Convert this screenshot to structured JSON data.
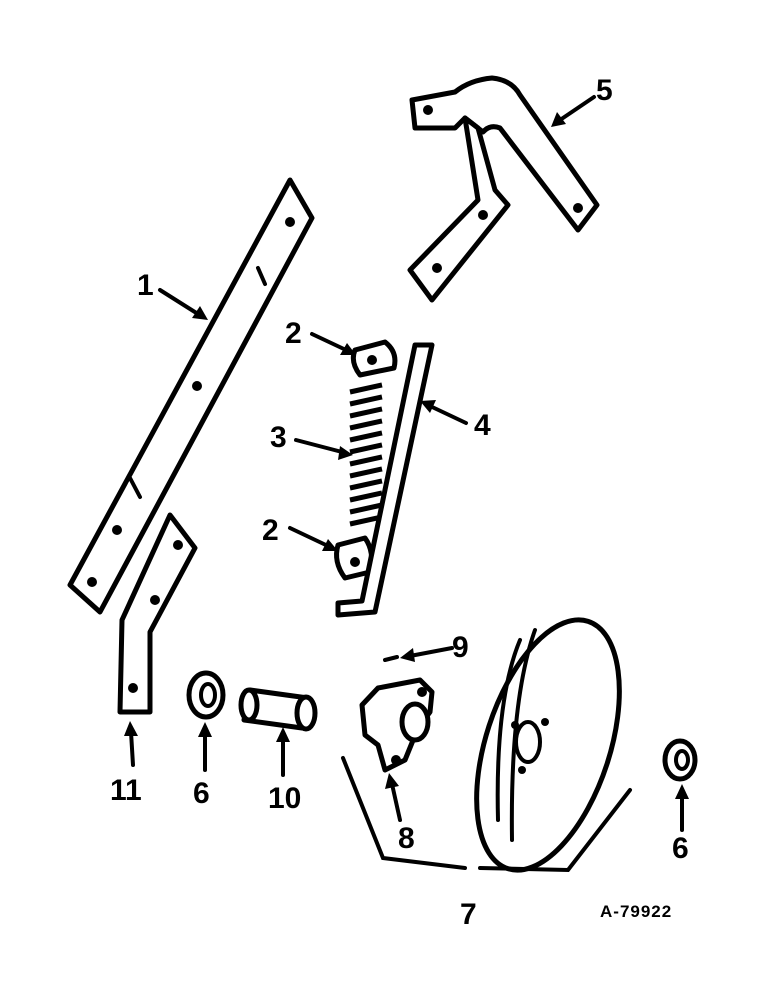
{
  "diagram": {
    "reference_code": "A-79922",
    "callouts": {
      "bar": "1",
      "collar_upper": "2",
      "spring": "3",
      "rod": "4",
      "bracket": "5",
      "washer_left": "6",
      "assembly": "7",
      "hub": "8",
      "pin": "9",
      "sleeve": "10",
      "arm": "11",
      "collar_lower": "2",
      "washer_right": "6"
    }
  }
}
